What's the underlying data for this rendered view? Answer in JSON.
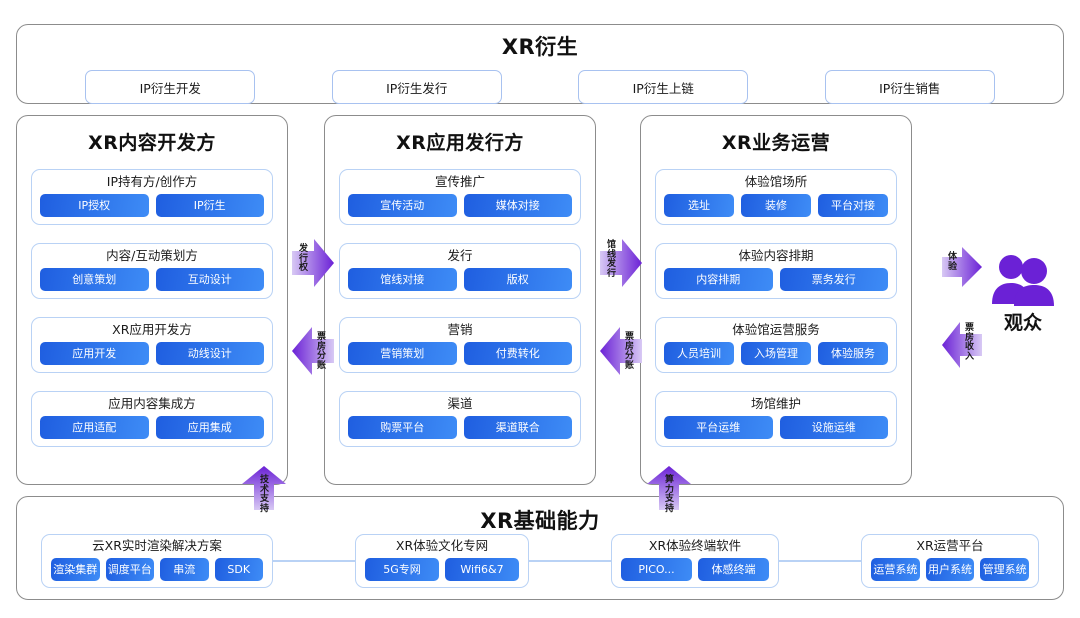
{
  "top": {
    "title": "XR衍生",
    "chips": [
      "IP衍生开发",
      "IP衍生发行",
      "IP衍生上链",
      "IP衍生销售"
    ]
  },
  "columns": [
    {
      "id": "col-left",
      "title": "XR内容开发方",
      "groups": [
        {
          "name": "IP持有方/创作方",
          "pills": [
            "IP授权",
            "IP衍生"
          ]
        },
        {
          "name": "内容/互动策划方",
          "pills": [
            "创意策划",
            "互动设计"
          ]
        },
        {
          "name": "XR应用开发方",
          "pills": [
            "应用开发",
            "动线设计"
          ]
        },
        {
          "name": "应用内容集成方",
          "pills": [
            "应用适配",
            "应用集成"
          ]
        }
      ]
    },
    {
      "id": "col-mid",
      "title": "XR应用发行方",
      "groups": [
        {
          "name": "宣传推广",
          "pills": [
            "宣传活动",
            "媒体对接"
          ]
        },
        {
          "name": "发行",
          "pills": [
            "馆线对接",
            "版权"
          ]
        },
        {
          "name": "营销",
          "pills": [
            "营销策划",
            "付费转化"
          ]
        },
        {
          "name": "渠道",
          "pills": [
            "购票平台",
            "渠道联合"
          ]
        }
      ]
    },
    {
      "id": "col-right",
      "title": "XR业务运营",
      "groups": [
        {
          "name": "体验馆场所",
          "pills": [
            "选址",
            "装修",
            "平台对接"
          ]
        },
        {
          "name": "体验内容排期",
          "pills": [
            "内容排期",
            "票务发行"
          ]
        },
        {
          "name": "体验馆运营服务",
          "pills": [
            "人员培训",
            "入场管理",
            "体验服务"
          ]
        },
        {
          "name": "场馆维护",
          "pills": [
            "平台运维",
            "设施运维"
          ]
        }
      ]
    }
  ],
  "base": {
    "title": "XR基础能力",
    "cards": [
      {
        "name": "云XR实时渲染解决方案",
        "pills": [
          "渲染集群",
          "调度平台",
          "串流",
          "SDK"
        ]
      },
      {
        "name": "XR体验文化专网",
        "pills": [
          "5G专网",
          "Wifi6&7"
        ]
      },
      {
        "name": "XR体验终端软件",
        "pills": [
          "PICO...",
          "体感终端"
        ]
      },
      {
        "name": "XR运营平台",
        "pills": [
          "运营系统",
          "用户系统",
          "管理系统"
        ]
      }
    ]
  },
  "arrows": [
    {
      "key": "left-mid-right",
      "label": "发行权",
      "direction": "right"
    },
    {
      "key": "mid-left-back",
      "label": "票房分账",
      "direction": "left"
    },
    {
      "key": "mid-right-right",
      "label": "馆线发行",
      "direction": "right"
    },
    {
      "key": "right-left-back",
      "label": "票房分账",
      "direction": "left"
    },
    {
      "key": "to-audience",
      "label": "体验",
      "direction": "right"
    },
    {
      "key": "from-audience",
      "label": "票房收入",
      "direction": "left"
    },
    {
      "key": "tech-support",
      "label": "技术支持",
      "direction": "up"
    },
    {
      "key": "compute-support",
      "label": "算力支持",
      "direction": "up"
    }
  ],
  "audience": {
    "label": "观众",
    "icon": "people-icon"
  },
  "colors": {
    "pill_gradient_start": "#1f5ee0",
    "pill_gradient_end": "#3e8cf6",
    "card_border": "#b9d2f5",
    "panel_border": "#8c8c8c",
    "arrow_purple": "#6b21d6",
    "arrow_light": "#c9b6ef"
  }
}
